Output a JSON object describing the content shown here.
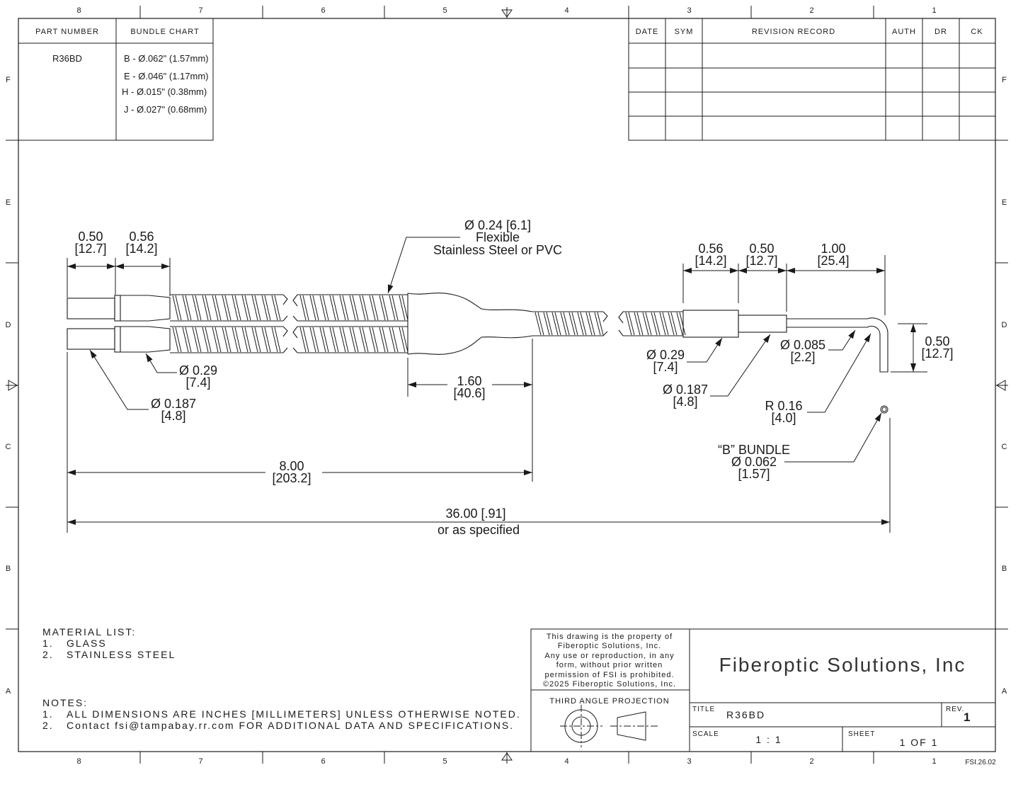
{
  "border": {
    "columns_top": [
      "8",
      "7",
      "6",
      "5",
      "4",
      "3",
      "2",
      "1"
    ],
    "columns_bottom": [
      "8",
      "7",
      "6",
      "5",
      "4",
      "3",
      "2",
      "1"
    ],
    "rows_left": [
      "F",
      "E",
      "D",
      "C",
      "B",
      "A"
    ],
    "rows_right": [
      "F",
      "E",
      "D",
      "C",
      "B",
      "A"
    ],
    "sheet_code": "FSI.26.02"
  },
  "part_table": {
    "header_part": "PART NUMBER",
    "header_bundle": "BUNDLE CHART",
    "part_number": "R36BD",
    "bundles": [
      "B - Ø.062\" (1.57mm)",
      "E - Ø.046\" (1.17mm)",
      "H - Ø.015\" (0.38mm)",
      "J - Ø.027\" (0.68mm)"
    ]
  },
  "revision_table": {
    "headers": [
      "DATE",
      "SYM",
      "REVISION RECORD",
      "AUTH",
      "DR",
      "CK"
    ]
  },
  "dimensions": {
    "left_len1": "0.50",
    "left_len1_mm": "[12.7]",
    "left_len2": "0.56",
    "left_len2_mm": "[14.2]",
    "sheath_line1": "Ø 0.24 [6.1]",
    "sheath_line2": "Flexible",
    "sheath_line3": "Stainless Steel or PVC",
    "left_dia1": "Ø 0.29",
    "left_dia1_mm": "[7.4]",
    "left_dia2": "Ø 0.187",
    "left_dia2_mm": "[4.8]",
    "breakout": "1.60",
    "breakout_mm": "[40.6]",
    "leg": "8.00",
    "leg_mm": "[203.2]",
    "overall": "36.00 [.91]",
    "overall_note": "or as specified",
    "right_len1": "0.56",
    "right_len1_mm": "[14.2]",
    "right_len2": "0.50",
    "right_len2_mm": "[12.7]",
    "right_len3": "1.00",
    "right_len3_mm": "[25.4]",
    "right_dia1": "Ø 0.29",
    "right_dia1_mm": "[7.4]",
    "right_dia2": "Ø 0.187",
    "right_dia2_mm": "[4.8]",
    "tube_dia": "Ø 0.085",
    "tube_dia_mm": "[2.2]",
    "bend_len": "0.50",
    "bend_len_mm": "[12.7]",
    "radius": "R 0.16",
    "radius_mm": "[4.0]",
    "bundle_label": "“B” BUNDLE",
    "bundle_dia": "Ø 0.062",
    "bundle_dia_mm": "[1.57]"
  },
  "materials": {
    "title": "MATERIAL LIST:",
    "items": [
      {
        "num": "1.",
        "text": "GLASS"
      },
      {
        "num": "2.",
        "text": "STAINLESS STEEL"
      }
    ]
  },
  "notes": {
    "title": "NOTES:",
    "items": [
      {
        "num": "1.",
        "text": "ALL DIMENSIONS ARE INCHES [MILLIMETERS] UNLESS OTHERWISE NOTED."
      },
      {
        "num": "2.",
        "text": "Contact fsi@tampabay.rr.com FOR ADDITIONAL DATA AND SPECIFICATIONS."
      }
    ]
  },
  "title_block": {
    "property": [
      "This drawing is the property of",
      "Fiberoptic Solutions, Inc.",
      "Any use or reproduction, in any",
      "form, without prior written",
      "permission of FSI is prohibited.",
      "©2025 Fiberoptic Solutions, Inc."
    ],
    "projection": "THIRD ANGLE PROJECTION",
    "company": "Fiberoptic Solutions, Inc",
    "title_label": "TITLE",
    "title_value": "R36BD",
    "rev_label": "REV.",
    "rev_value": "1",
    "scale_label": "SCALE",
    "scale_value": "1 : 1",
    "sheet_label": "SHEET",
    "sheet_value": "1  OF 1"
  }
}
